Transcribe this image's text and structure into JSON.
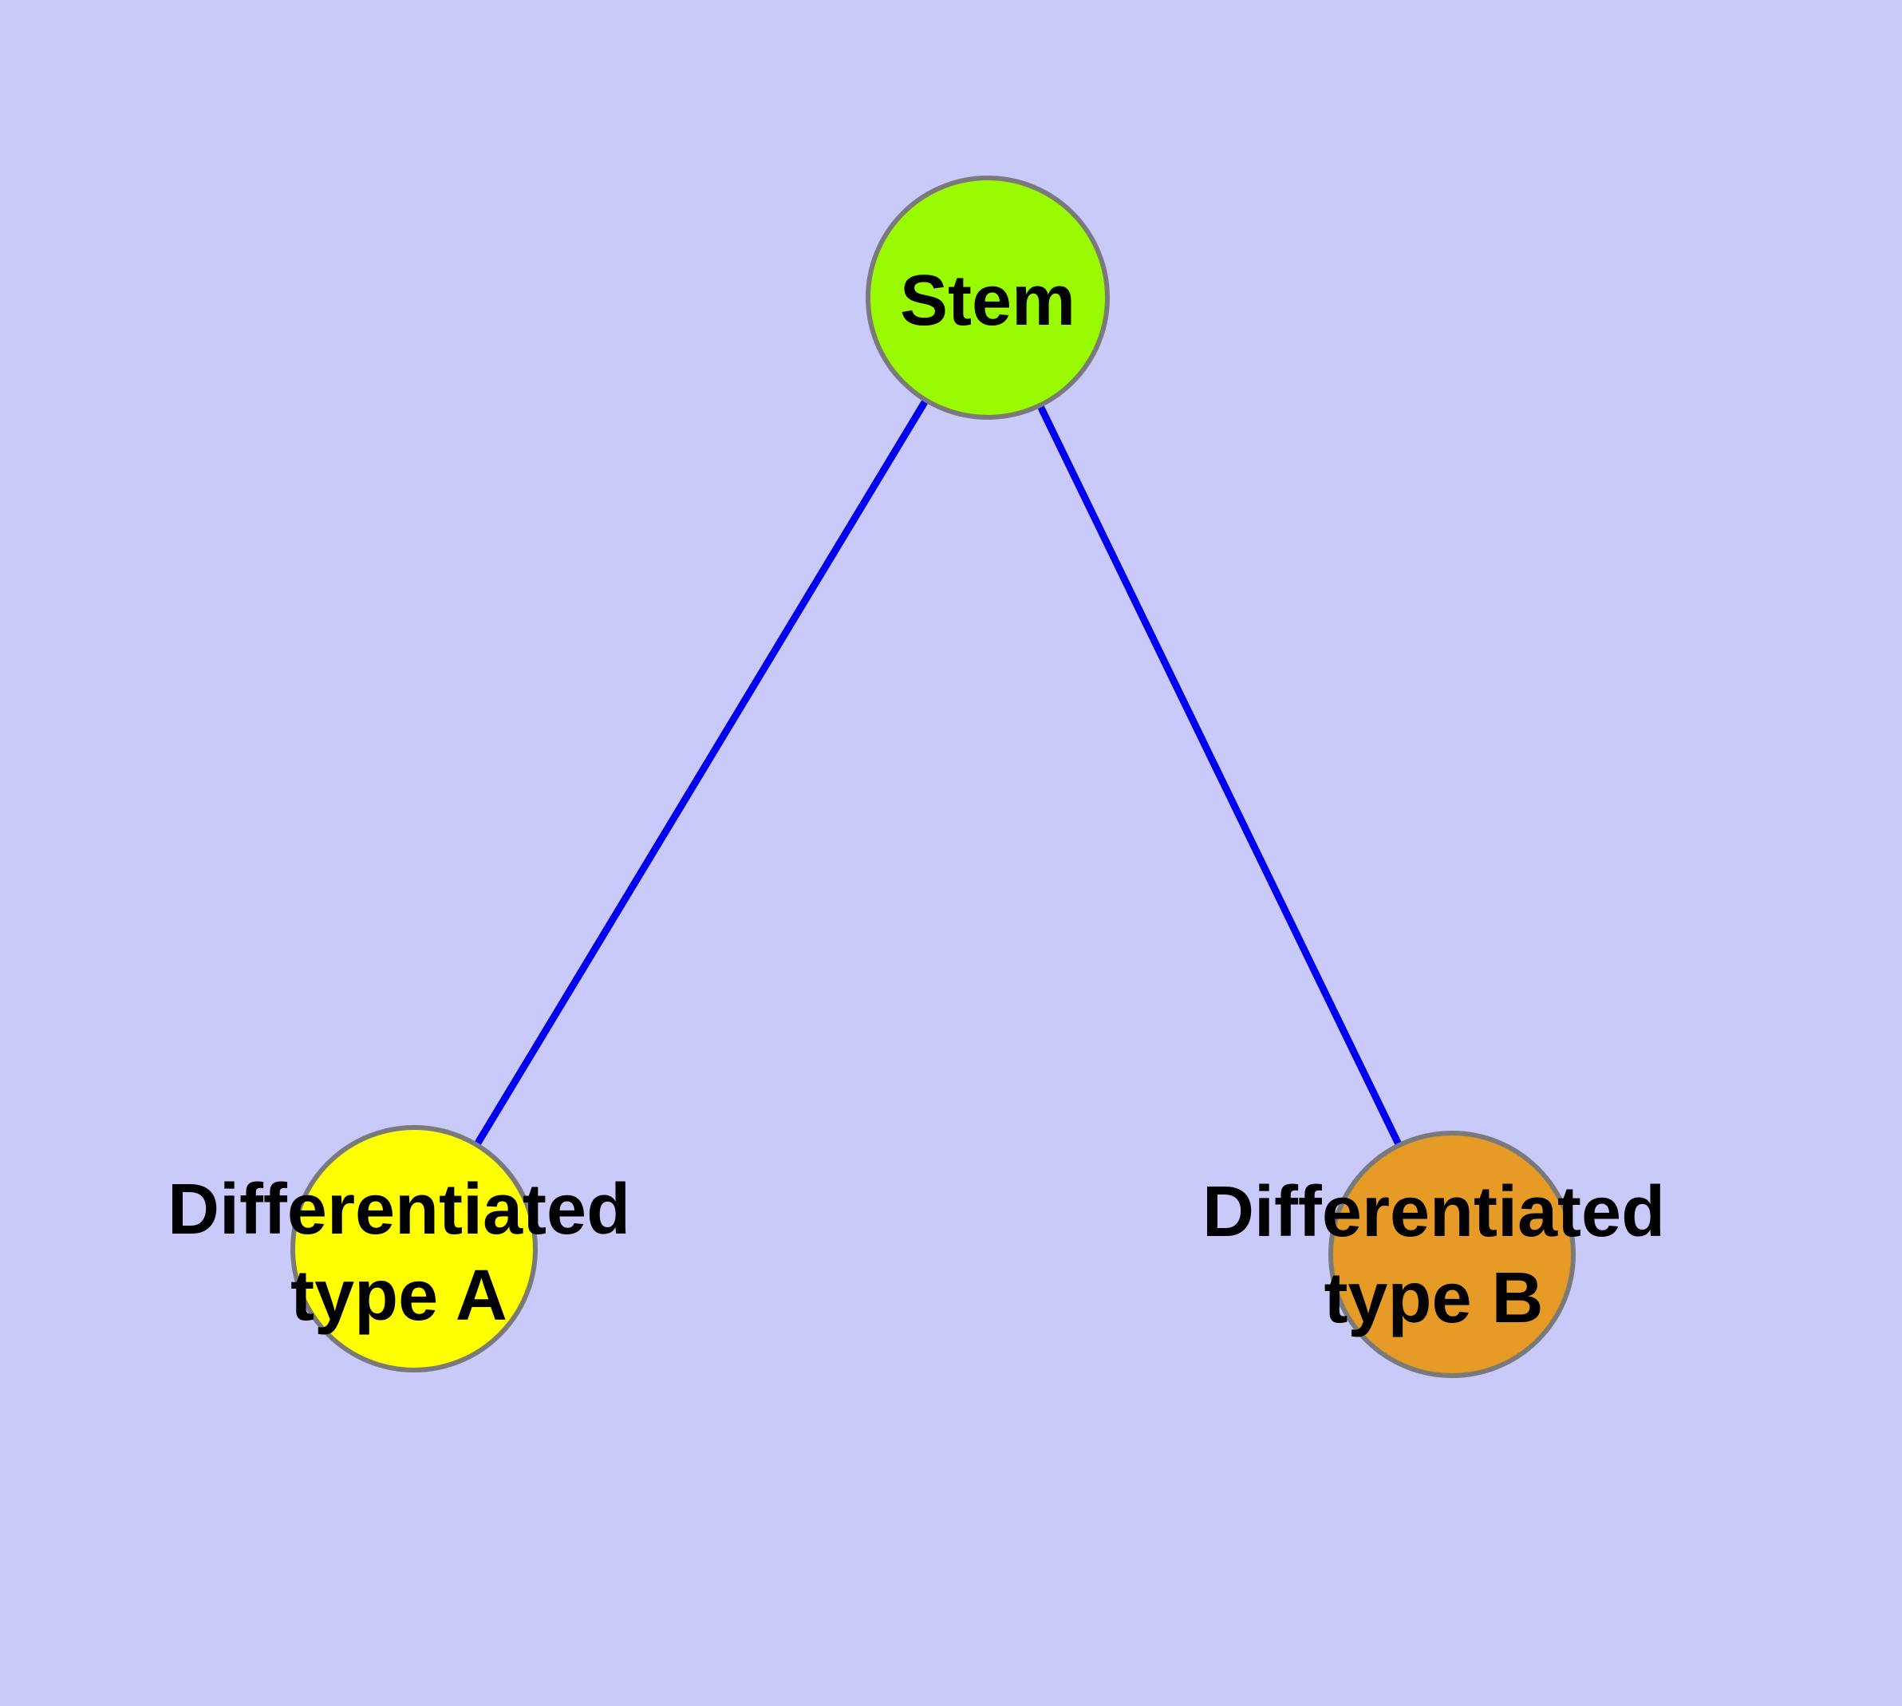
{
  "colors": {
    "background": "#CACAFA",
    "edge": "#0000EE",
    "node_border": "#7A7A7A",
    "label_text": "#000000"
  },
  "graph": {
    "type": "node-link-diagram",
    "nodes": [
      {
        "id": "stem",
        "label": "Stem",
        "color": "#9AFA00"
      },
      {
        "id": "type-a",
        "label": "Differentiated\ntype A",
        "color": "#FFFF00"
      },
      {
        "id": "type-b",
        "label": "Differentiated\ntype B",
        "color": "#E59B25"
      }
    ],
    "edges": [
      {
        "from": "stem",
        "to": "type-a"
      },
      {
        "from": "stem",
        "to": "type-b"
      }
    ]
  }
}
